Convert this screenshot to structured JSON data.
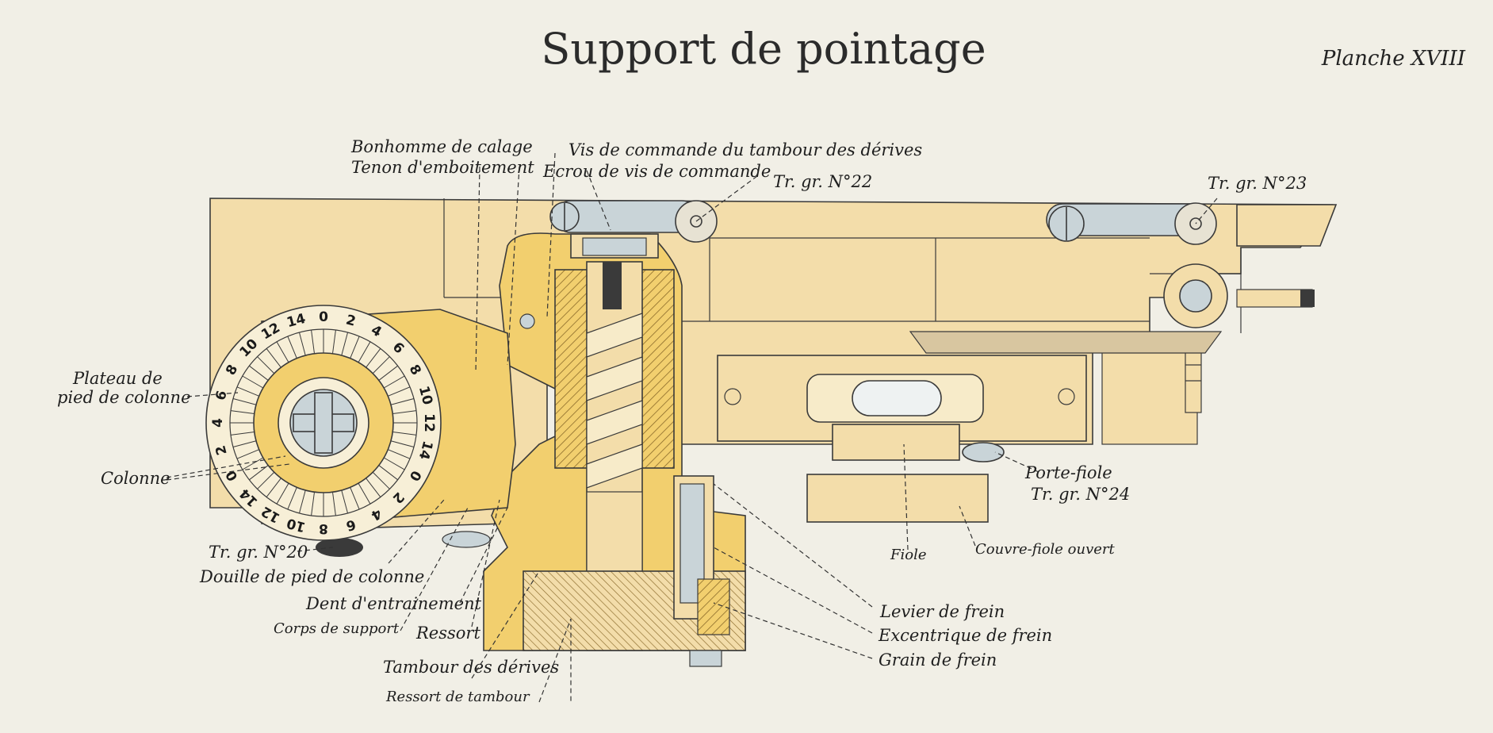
{
  "title": "Support de pointage",
  "plate": "Planche XVIII",
  "colors": {
    "background": "#f1efe6",
    "body_tan": "#f3ddaa",
    "body_yellow": "#f2cf6e",
    "steel_blue": "#c9d4d8",
    "ink": "#2b2b2b"
  },
  "labels": {
    "bonhomme": "Bonhomme de calage",
    "tenon": "Tenon d'emboitement",
    "vis_commande": "Vis de commande du tambour des dérives",
    "ecrou": "Ecrou de vis de commande",
    "tr22": "Tr. gr. N°22",
    "tr23": "Tr. gr. N°23",
    "plateau_1": "Plateau de",
    "plateau_2": "pied de colonne",
    "colonne": "Colonne",
    "tr20": "Tr. gr. N°20",
    "douille": "Douille de pied de colonne",
    "dent": "Dent d'entrainement",
    "corps": "Corps de support",
    "ressort": "Ressort",
    "tambour": "Tambour des dérives",
    "ressort_tambour": "Ressort de tambour",
    "porte_fiole": "Porte-fiole",
    "tr24": "Tr. gr. N°24",
    "fiole": "Fiole",
    "couvre_fiole": "Couvre-fiole ouvert",
    "levier": "Levier de frein",
    "excentrique": "Excentrique de frein",
    "grain": "Grain de frein"
  },
  "dial_numbers": [
    "0",
    "2",
    "4",
    "6",
    "8",
    "10",
    "12",
    "14",
    "0",
    "2",
    "4",
    "6",
    "8",
    "10",
    "12",
    "14",
    "0",
    "2",
    "4",
    "6",
    "8",
    "10",
    "12",
    "14"
  ]
}
